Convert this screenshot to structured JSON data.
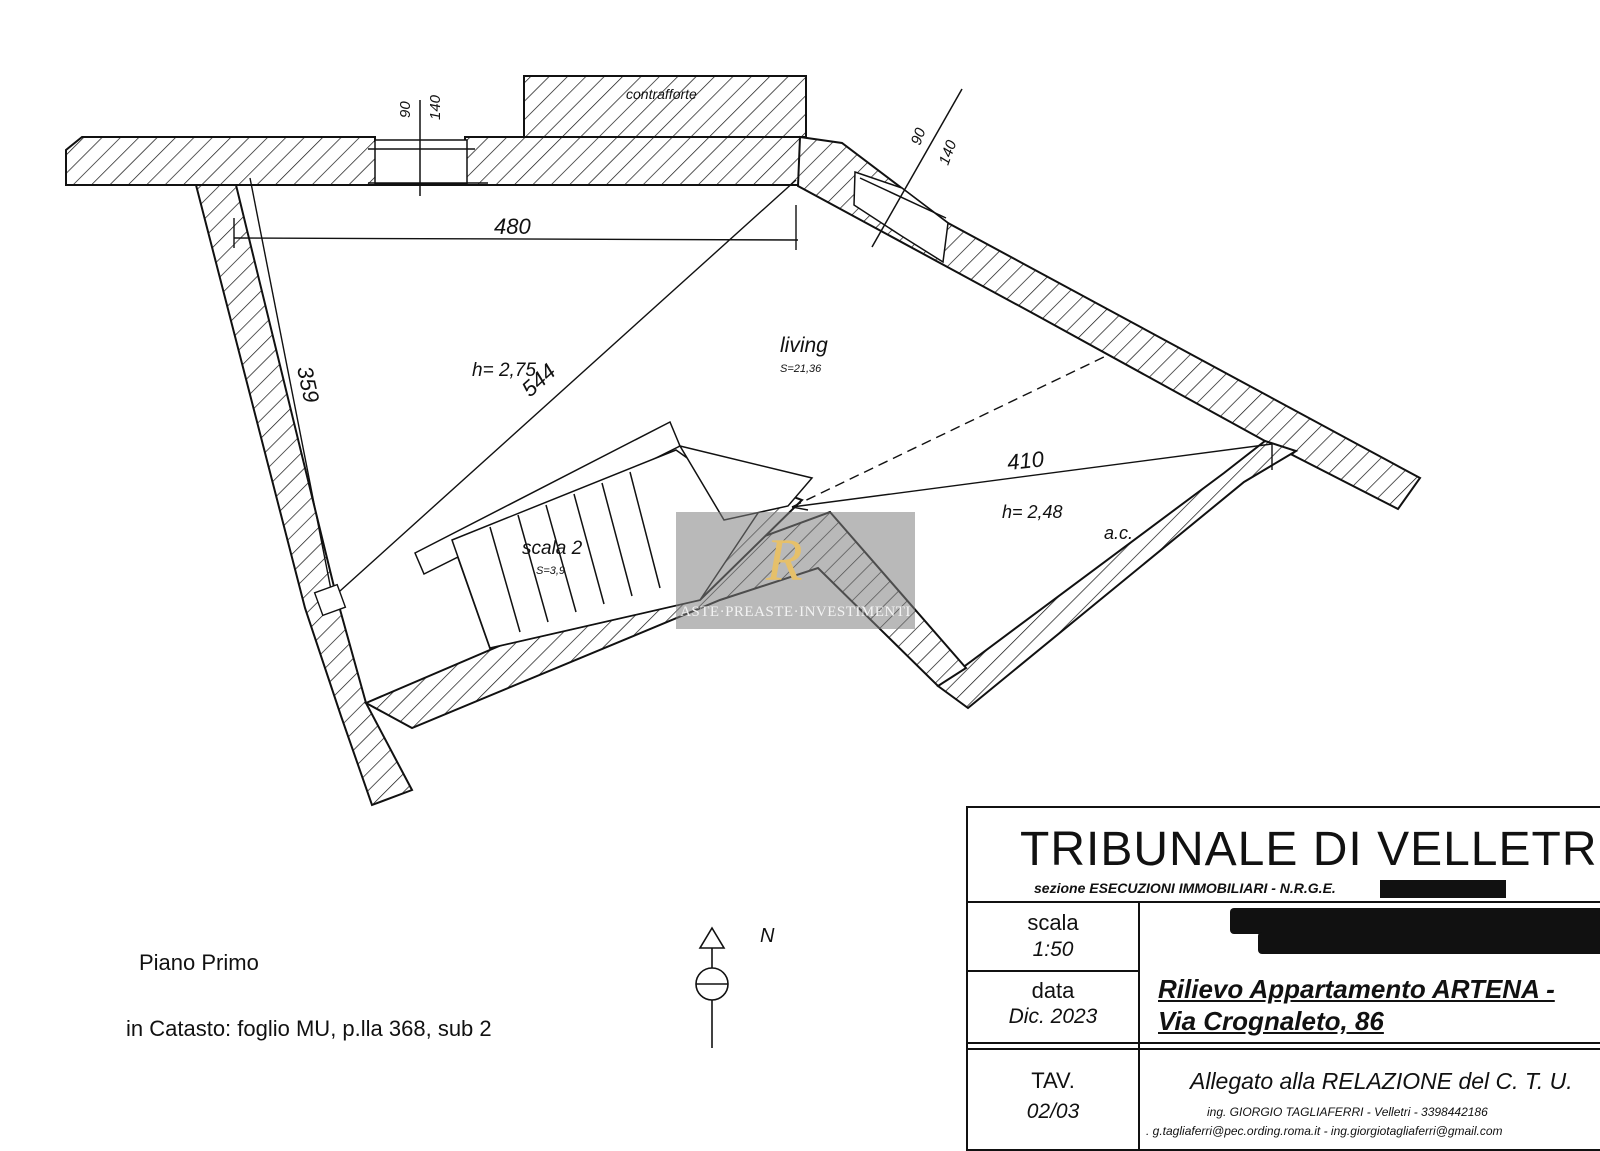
{
  "plan": {
    "labels": {
      "buttress": "contrafforte",
      "dim_90_a": "90",
      "dim_140_a": "140",
      "dim_90_b": "90",
      "dim_140_b": "140",
      "dim_480": "480",
      "dim_359": "359",
      "dim_544": "544",
      "height_living": "h= 2,75",
      "room_living": "living",
      "area_living": "S=21,36",
      "dim_410": "410",
      "height_ac": "h= 2,48",
      "ac": "a.c.",
      "stairs": "scala 2",
      "stairs_area": "S=3,9"
    },
    "north": "N"
  },
  "info": {
    "floor": "Piano Primo",
    "cadastre": "in Catasto: foglio MU, p.lla 368, sub 2"
  },
  "title_block": {
    "court": "TRIBUNALE DI VELLETRI",
    "section": "sezione ESECUZIONI IMMOBILIARI  -  N.R.G.E.",
    "scale_label": "scala",
    "scale_value": "1:50",
    "date_label": "data",
    "date_value": "Dic.  2023",
    "survey": "Rilievo Appartamento  ARTENA -",
    "address": "Via Crognaleto, 86",
    "tav_label": "TAV.",
    "tav_value": "02/03",
    "attachment": "Allegato alla RELAZIONE  del C. T. U.",
    "engineer": "ing. GIORGIO TAGLIAFERRI  -  Velletri - 3398442186",
    "emails": ". g.tagliaferri@pec.ording.roma.it  - ing.giorgiotagliaferri@gmail.com"
  },
  "watermark": {
    "monogram": "R",
    "text": "ASTE·PREASTE·INVESTIMENTI"
  }
}
